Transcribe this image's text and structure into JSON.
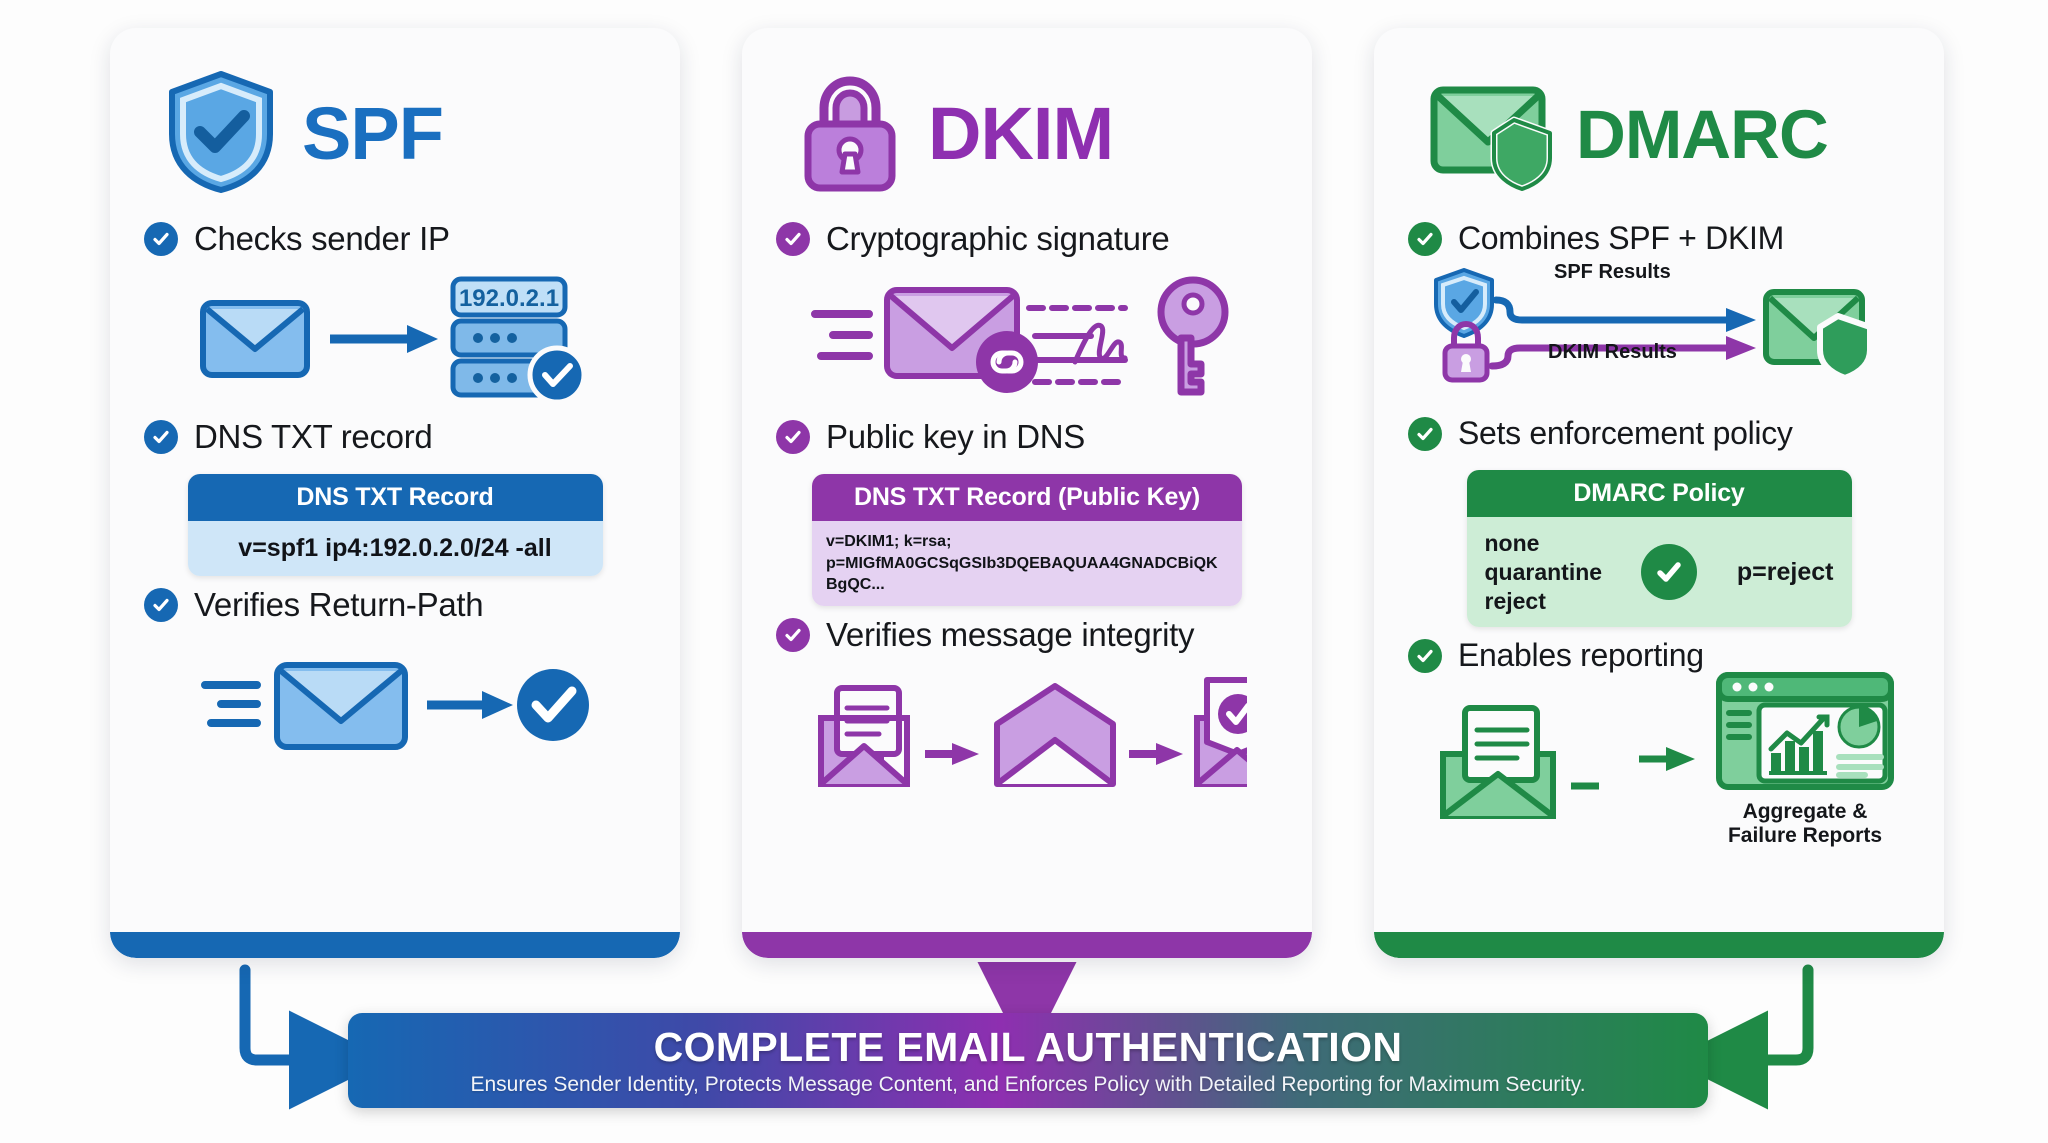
{
  "colors": {
    "spf": "#1668b3",
    "dkim": "#8e36a8",
    "dmarc": "#1f8a46",
    "spf_light": "#6cb2e8",
    "dkim_light": "#c08ddd",
    "dmarc_light": "#72c48f",
    "background": "#fdfdfd"
  },
  "cards": [
    {
      "id": "spf",
      "title": "SPF",
      "icon": "shield-check-icon",
      "bullets": [
        {
          "label": "Checks sender IP",
          "icon": "check-circle-icon"
        },
        {
          "label": "DNS TXT record",
          "icon": "check-circle-icon"
        },
        {
          "label": "Verifies Return-Path",
          "icon": "check-circle-icon"
        }
      ],
      "server_ip": "192.0.2.1",
      "record": {
        "header": "DNS TXT Record",
        "value": "v=spf1 ip4:192.0.2.0/24 -all"
      }
    },
    {
      "id": "dkim",
      "title": "DKIM",
      "icon": "padlock-icon",
      "bullets": [
        {
          "label": "Cryptographic signature",
          "icon": "check-circle-icon"
        },
        {
          "label": "Public key in DNS",
          "icon": "check-circle-icon"
        },
        {
          "label": "Verifies message integrity",
          "icon": "check-circle-icon"
        }
      ],
      "record": {
        "header": "DNS TXT Record (Public Key)",
        "line1": "v=DKIM1; k=rsa;",
        "line2": "p=MIGfMA0GCSqGSIb3DQEBAQUAA4GNADCBiQKBgQC..."
      }
    },
    {
      "id": "dmarc",
      "title": "DMARC",
      "icon": "envelope-shield-icon",
      "bullets": [
        {
          "label": "Combines SPF + DKIM",
          "icon": "check-circle-icon"
        },
        {
          "label": "Sets enforcement policy",
          "icon": "check-circle-icon"
        },
        {
          "label": "Enables reporting",
          "icon": "check-circle-icon"
        }
      ],
      "combine": {
        "spf_label": "SPF Results",
        "dkim_label": "DKIM Results"
      },
      "policy": {
        "header": "DMARC Policy",
        "options": "none\nquarantine\nreject",
        "selected": "p=reject"
      },
      "reports_caption": "Aggregate &\nFailure Reports"
    }
  ],
  "banner": {
    "title": "COMPLETE EMAIL AUTHENTICATION",
    "subtitle": "Ensures Sender Identity, Protects Message Content, and Enforces Policy with Detailed Reporting for Maximum Security."
  }
}
